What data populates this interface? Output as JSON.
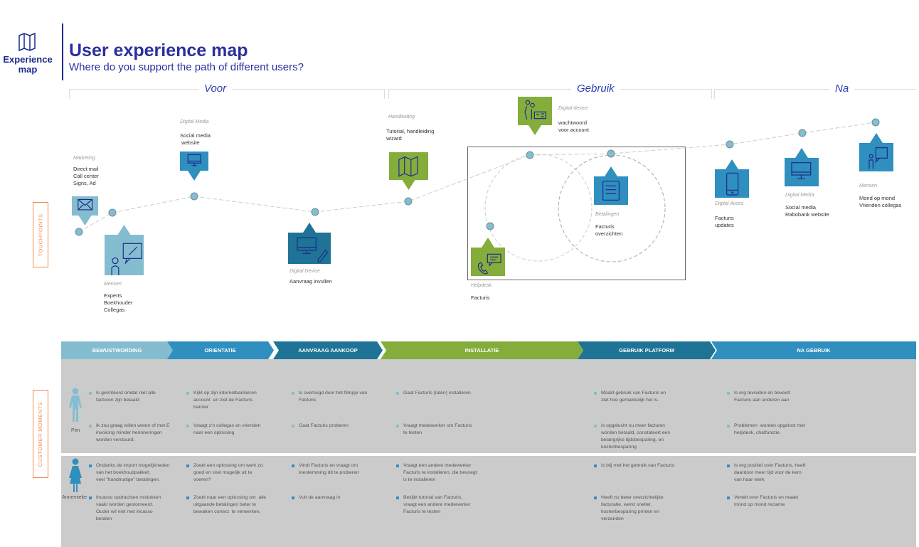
{
  "header": {
    "logo_line1": "Experience",
    "logo_line2": "map",
    "title": "User experience map",
    "subtitle": "Where do you support the path of different users?"
  },
  "phases": [
    "Voor",
    "Gebruik",
    "Na"
  ],
  "side_labels": {
    "touchpoints": "TOUCHPOINTS",
    "customer_moments": "CUSTOMER MOMENTS"
  },
  "colors": {
    "light_blue": "#85bdd0",
    "blue": "#2f8fbf",
    "dark_blue": "#1f7396",
    "green": "#84ad3c",
    "icon": "#1d2a8a",
    "orange": "#f08a4b"
  },
  "touchpoints": [
    {
      "category": "Marketing",
      "text": "Direct mail\nCall center\nSigns, Ad",
      "icon": "mail-icon"
    },
    {
      "category": "Mensen",
      "text": "Experts\nBoekhouder\nCollegas",
      "icon": "person-wrench-icon"
    },
    {
      "category": "Digital Media",
      "text": "Social media\n website",
      "icon": "monitor-icon"
    },
    {
      "category": "Digital Device",
      "text": "Aanvraag invullen",
      "icon": "monitor-pen-icon"
    },
    {
      "category": "Handleiding",
      "text": "Tutorial, handleiding\nwizard",
      "icon": "map-icon"
    },
    {
      "category": "Digital device",
      "text": "wachtwoord\nvoor account",
      "icon": "people-card-icon"
    },
    {
      "category": "Helpdesk",
      "text": "Facturis",
      "icon": "phone-chat-icon"
    },
    {
      "category": "Betalingen",
      "text": "Facturis\noverzichten",
      "icon": "document-icon"
    },
    {
      "category": "Digital Acces",
      "text": "Facturis\nupdates",
      "icon": "tablet-icon"
    },
    {
      "category": "Digital Media",
      "text": "Social media\nRabobank website",
      "icon": "monitor-icon"
    },
    {
      "category": "Mensen",
      "text": "Mond op mond\nVrienden collegas",
      "icon": "person-chat-icon"
    }
  ],
  "stages": [
    "BEWUSTWORDING",
    "ORIENTATIE",
    "AANVRAAG AANKOOP",
    "INSTALLATIE",
    "GEBRUIK PLATFORM",
    "NA GEBRUIK"
  ],
  "personas": [
    {
      "name": "Pim",
      "moments": [
        [
          "Is geirriteerd omdat niet alle\nfacturen zijn betaald",
          "Ik zou graag willen weten of met E\ninvoicing minder herinneringen\nworden verstuurd."
        ],
        [
          "Kijkt op zijn internetbankieren\naccount  en ziet de Facturis\nbanner",
          "Vraagt z'n collegas en vrienden\nnaar een oplossing"
        ],
        [
          "Is overtuigd door het filmpje van\nFacturis",
          "Gaat Facturis proberen"
        ],
        [
          "Gaat Facturis (laten) installeren",
          "Vraagt medewerker om Facturis\nte testen"
        ],
        [
          "Maakt gebruik van Facturis en\nziet hoe gemakkelijk het is.",
          "Is opgelucht nu meer facturen\nworden betaald, constateert een\nbelangrijke tijdsbesparing, en\nkostenbesparing"
        ],
        [
          "Is erg tevreden en beveelt\nFacturis aan anderen aan",
          "Problemen  worden opgelost met\nhelpdesk, chatfunctie"
        ]
      ]
    },
    {
      "name": "Annemieke",
      "moments": [
        [
          "Ondanks de import mogelijkheden\nvan het boekhoudpakket;\nveel \"handmatige\" betalingen.",
          "Incasso opdrachten mislukken\nvaak/ worden gestorneerd.\nOuder wil niet met incasso\nbetalen"
        ],
        [
          "Zoekt een oplossing om werk zo\ngoed en snel mogelijk uit te\nvoeren?",
          "Zoekt naar een oplossing om  alle\nuitgaande betalingen beter te\nbewaken correct  te verwerken."
        ],
        [
          "Vindt Facturis en vraagt om\ntoestemming dit te proberen",
          "Vult de aanvraag in"
        ],
        [
          "Vraagt een andere medewerker\nFacturis te installeren, die bevoegt\nis te installeren",
          "Bekijkt tutorial van Facturis,\nvraagt een andere medewerker\nFacturis te testen"
        ],
        [
          "Is blij met het gebruik van Facturis",
          "Heeft nu beter overzichtelijke\nfacturatie, werkt sneller,\nkostenbesparing printen en\nverzenden"
        ],
        [
          "Is erg positief over Facturis, heeft\ndaardoor meer tijd voor de kern\nvan haar werk",
          "Vertelt over Facturis en maakt\nmond op mond reclame"
        ]
      ]
    }
  ]
}
